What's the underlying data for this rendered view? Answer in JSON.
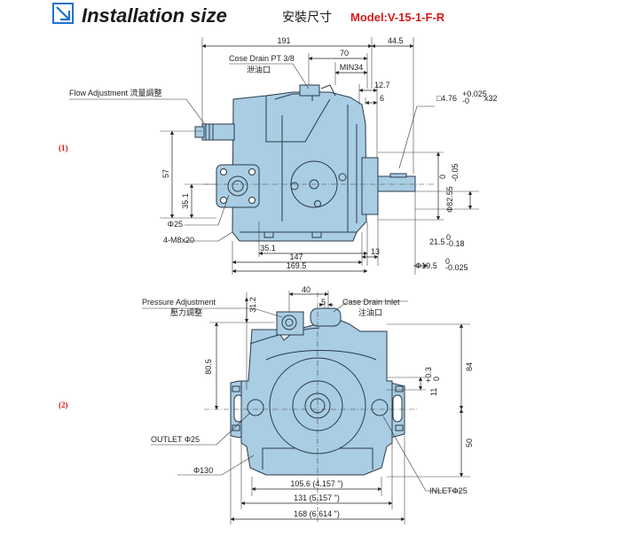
{
  "header": {
    "title": "Installation size",
    "title_cn": "安裝尺寸",
    "model": "Model:V-15-1-F-R"
  },
  "colors": {
    "pump_fill": "#a9cde3",
    "pump_stroke": "#2a3a4a",
    "model_red": "#d61a1a",
    "accent_blue": "#1f6fd1"
  },
  "view1": {
    "section_label": "(1)",
    "dims": {
      "d191": "191",
      "d44_5": "44.5",
      "d70": "70",
      "min34": "MIN34",
      "d12_7": "12.7",
      "d6": "6",
      "d57": "57",
      "d35_1_v": "35.1",
      "d35_1_h": "35.1",
      "d147": "147",
      "d13": "13",
      "d169_5": "169.5",
      "phi25": "Φ25",
      "m8": "4-M8x20",
      "key_a": "□4.76",
      "key_b": "+0.025",
      "key_c": "-0",
      "key_d": "x32",
      "phi82_a": "Φ82.55",
      "phi82_b": "0",
      "phi82_c": "-0.05",
      "d21_5_a": "21.5",
      "d21_5_b": "0",
      "d21_5_c": "-0.18",
      "phi19_a": "Φ19.5",
      "phi19_b": "0",
      "phi19_c": "-0.025"
    },
    "labels": {
      "flow_adj": "Flow Adjustment  流量調整",
      "case_drain": "Cose Drain PT 3/8",
      "case_drain_cn": "泄油口"
    }
  },
  "view2": {
    "section_label": "(2)",
    "dims": {
      "d40": "40",
      "d5": "5",
      "d31_2": "31.2",
      "d80_5": "80.5",
      "d84": "84",
      "d50": "50",
      "d11_a": "11",
      "d11_b": "+0.3",
      "d11_c": "0",
      "d105": "105.6 (4.157 \")",
      "d131": "131 (5.157 \")",
      "d168": "168 (6.614 \")"
    },
    "labels": {
      "pressure_adj": "Pressure Adjustment",
      "pressure_adj_cn": "壓力調整",
      "case_drain_inlet": "Case Drain Inlet",
      "case_drain_inlet_cn": "注油口",
      "outlet": "OUTLET Φ25",
      "phi130": "Φ130",
      "inlet": "INLETΦ25"
    }
  }
}
